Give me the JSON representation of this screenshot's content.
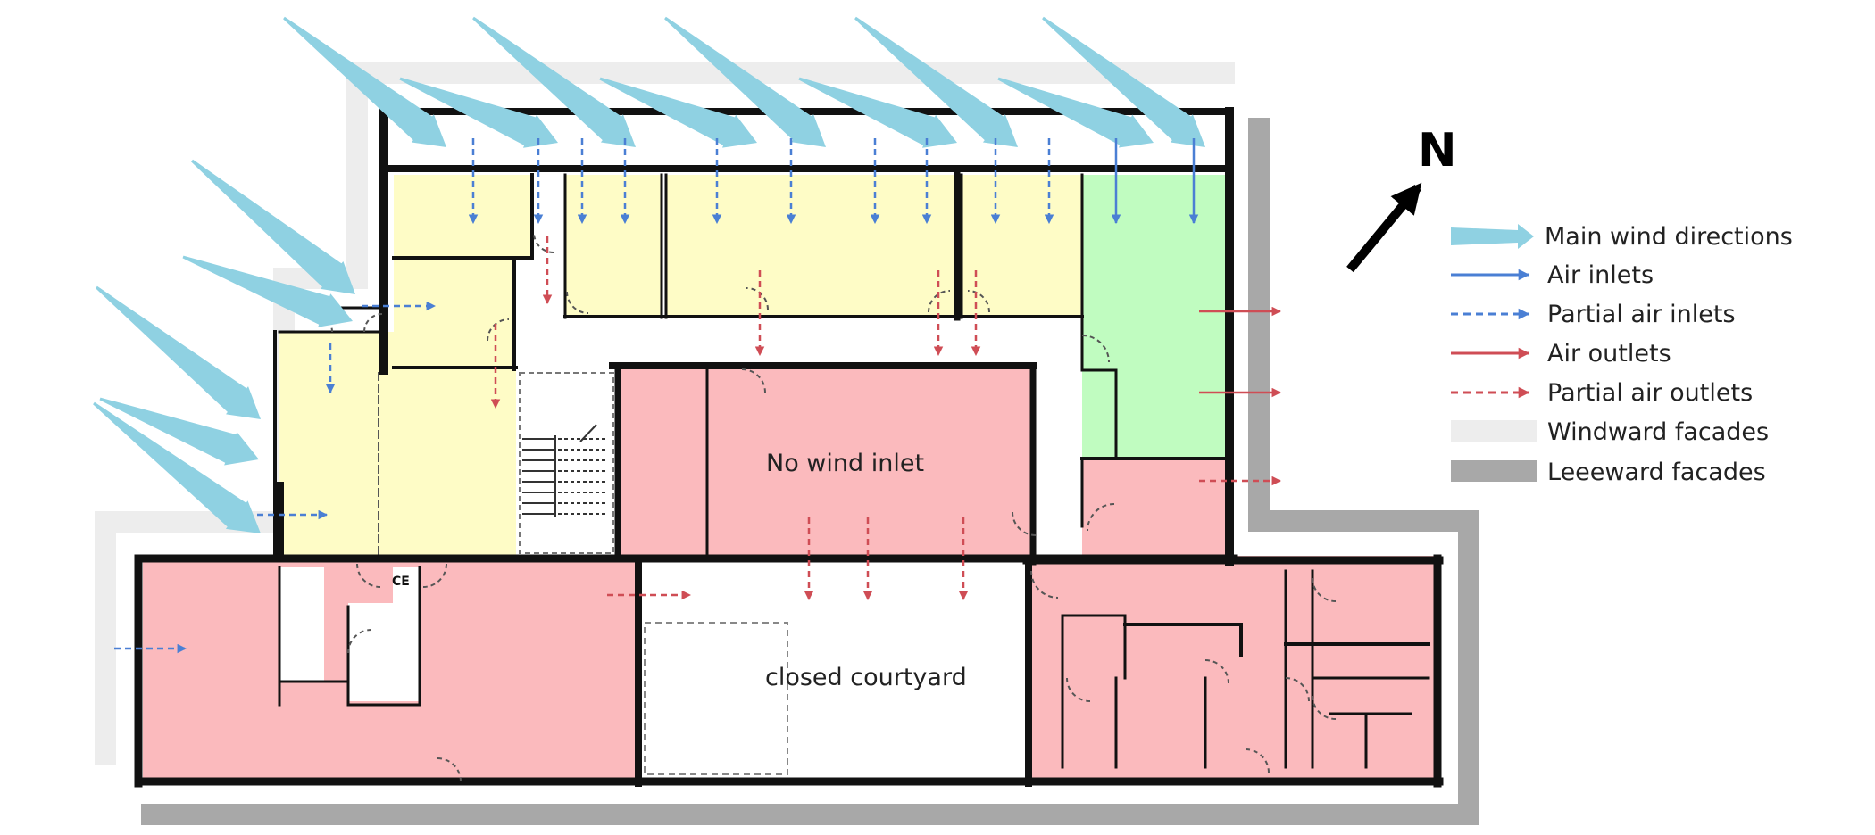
{
  "colors": {
    "wind": "#8fd1e2",
    "air_inlet": "#4a7fd4",
    "air_outlet": "#cf4d55",
    "pink_room": "#fbbabd",
    "yellow_room": "#fefcc6",
    "green_room": "#c0fcc0",
    "windward_facade": "#ededed",
    "leeward_facade": "#a8a8a8"
  },
  "labels": {
    "no_wind_inlet": "No wind inlet",
    "closed_courtyard": "closed courtyard",
    "ce": "CE",
    "north": "N"
  },
  "legend": {
    "items": [
      {
        "key": "wind",
        "label": "Main wind directions"
      },
      {
        "key": "inlet",
        "label": "Air inlets"
      },
      {
        "key": "partial_inlet",
        "label": "Partial air inlets"
      },
      {
        "key": "outlet",
        "label": "Air outlets"
      },
      {
        "key": "partial_outlet",
        "label": "Partial air outlets"
      },
      {
        "key": "windward",
        "label": "Windward facades"
      },
      {
        "key": "leeward",
        "label": "Leeeward facades"
      }
    ]
  }
}
